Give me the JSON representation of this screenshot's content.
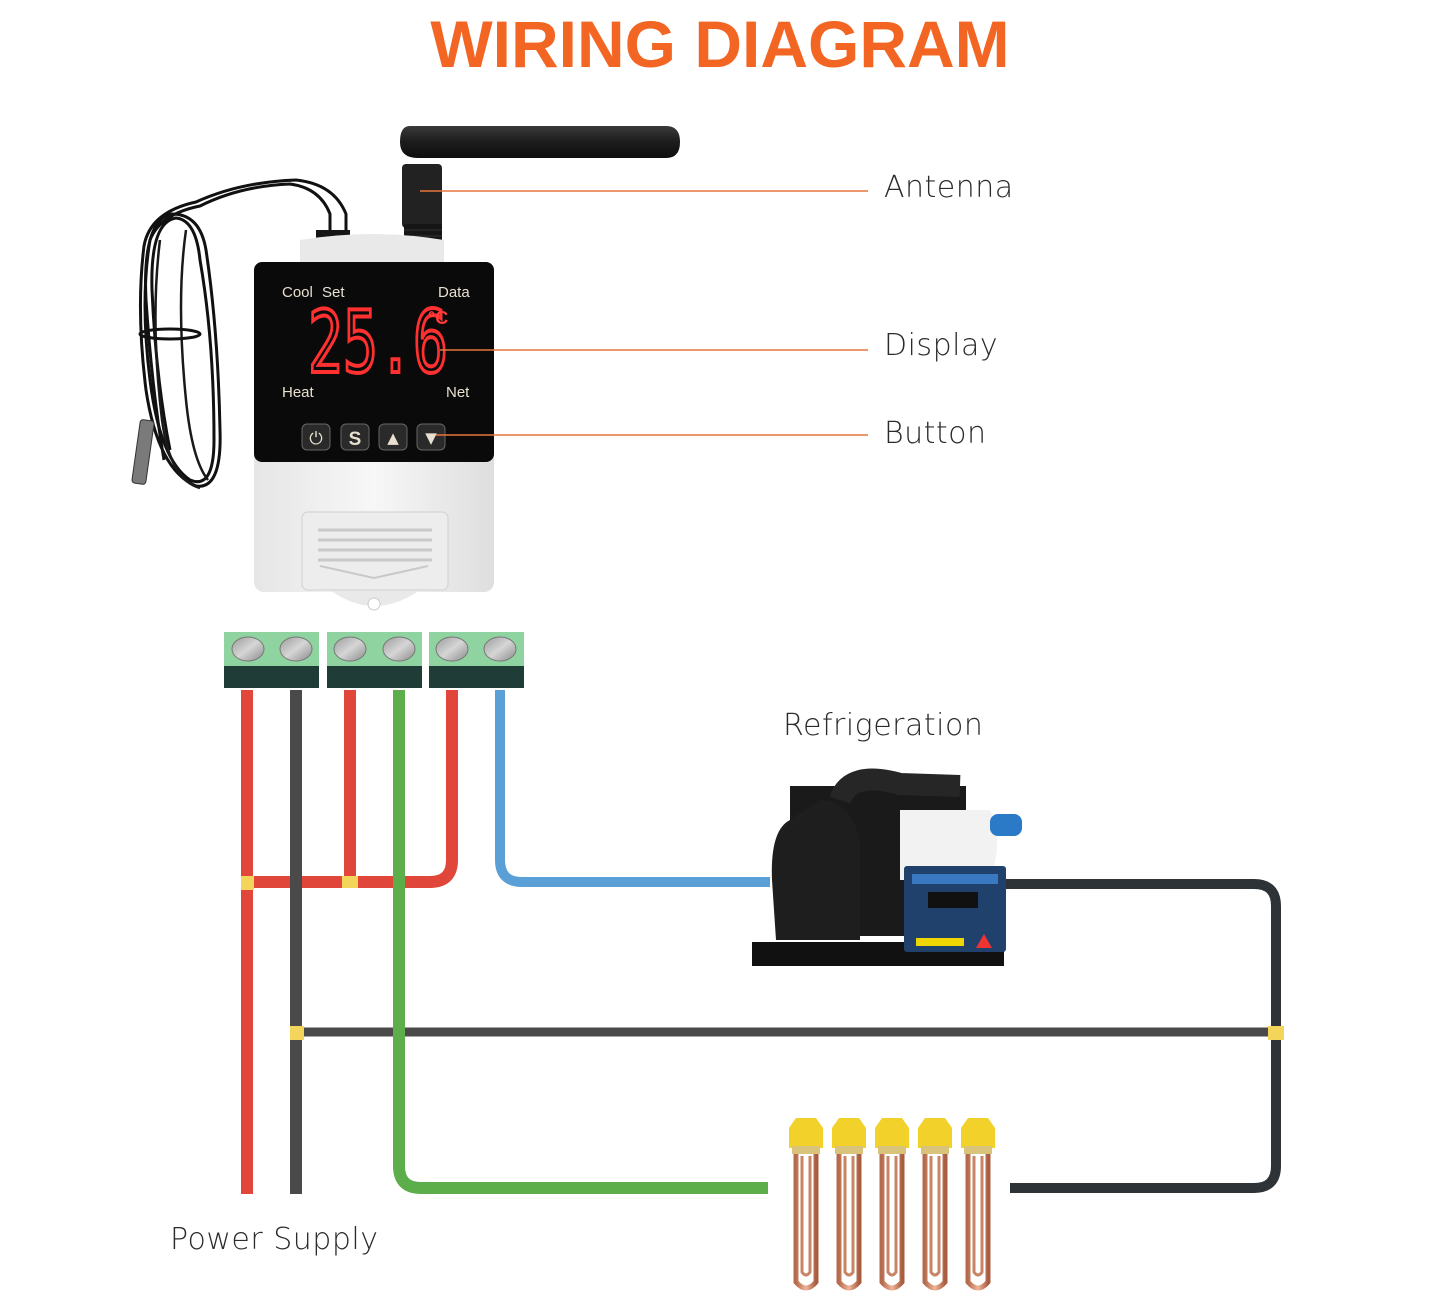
{
  "title": "WIRING DIAGRAM",
  "callouts": {
    "antenna": "Antenna",
    "display": "Display",
    "button": "Button"
  },
  "controller": {
    "lcd": {
      "top_left_labels": [
        "Cool",
        "Set"
      ],
      "top_right_label": "Data",
      "bottom_left_label": "Heat",
      "bottom_right_label": "Net",
      "reading": "25.6",
      "unit": "°C"
    },
    "buttons": [
      {
        "name": "power",
        "glyph": "⏻"
      },
      {
        "name": "set",
        "glyph": "S"
      },
      {
        "name": "up",
        "glyph": "▲"
      },
      {
        "name": "down",
        "glyph": "▼"
      }
    ]
  },
  "labels": {
    "refrigeration": "Refrigeration",
    "power_supply": "Power Supply"
  },
  "terminal_blocks": 3,
  "heating_elements": 5,
  "colors": {
    "title": "#f26522",
    "callout_line": "#e8743c",
    "wire_red": "#e0463a",
    "wire_black": "#4a4a4a",
    "wire_green": "#5cae4a",
    "wire_blue": "#5aa0d6",
    "wire_dark": "#2e3338",
    "terminal_green": "#8fd3a0",
    "terminal_dark": "#1f3d36",
    "lcd_red": "#ff2a2a"
  }
}
